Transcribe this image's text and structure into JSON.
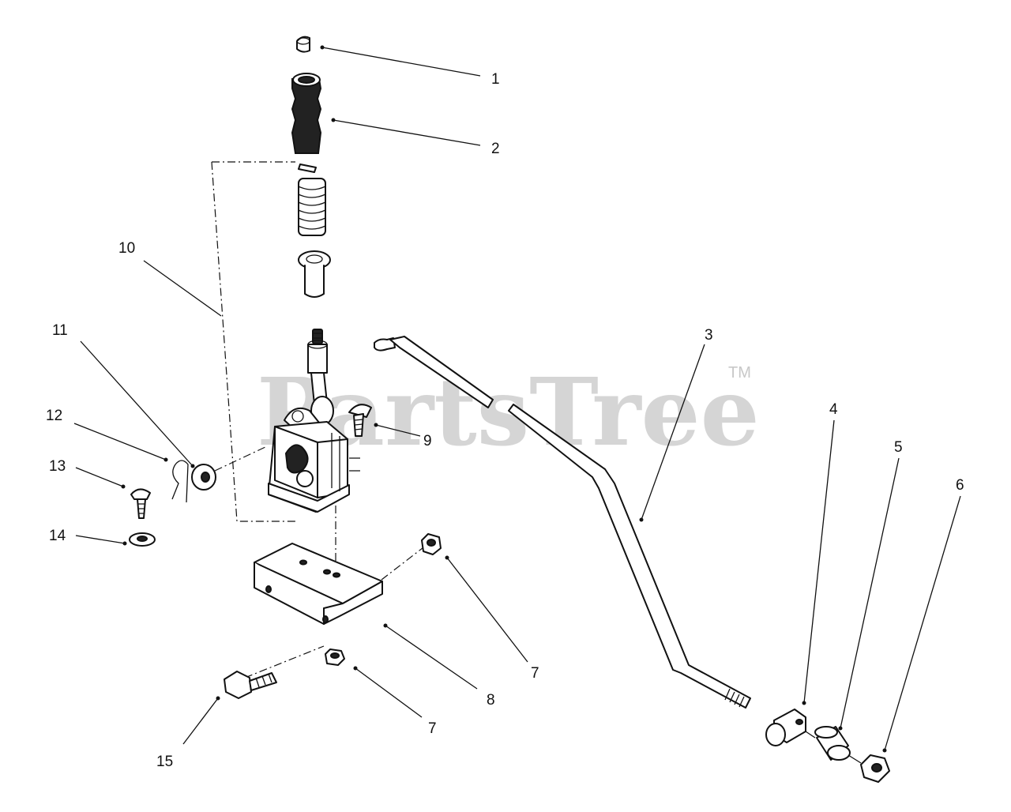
{
  "watermark": {
    "text": "PartsTree",
    "tm": "TM"
  },
  "callouts": {
    "c1": "1",
    "c2": "2",
    "c3": "3",
    "c4": "4",
    "c5": "5",
    "c6": "6",
    "c7a": "7",
    "c7b": "7",
    "c8": "8",
    "c9": "9",
    "c10": "10",
    "c11": "11",
    "c12": "12",
    "c13": "13",
    "c14": "14",
    "c15": "15"
  },
  "colors": {
    "ink": "#111111",
    "watermark": "#c8c8c8",
    "background": "#ffffff"
  }
}
